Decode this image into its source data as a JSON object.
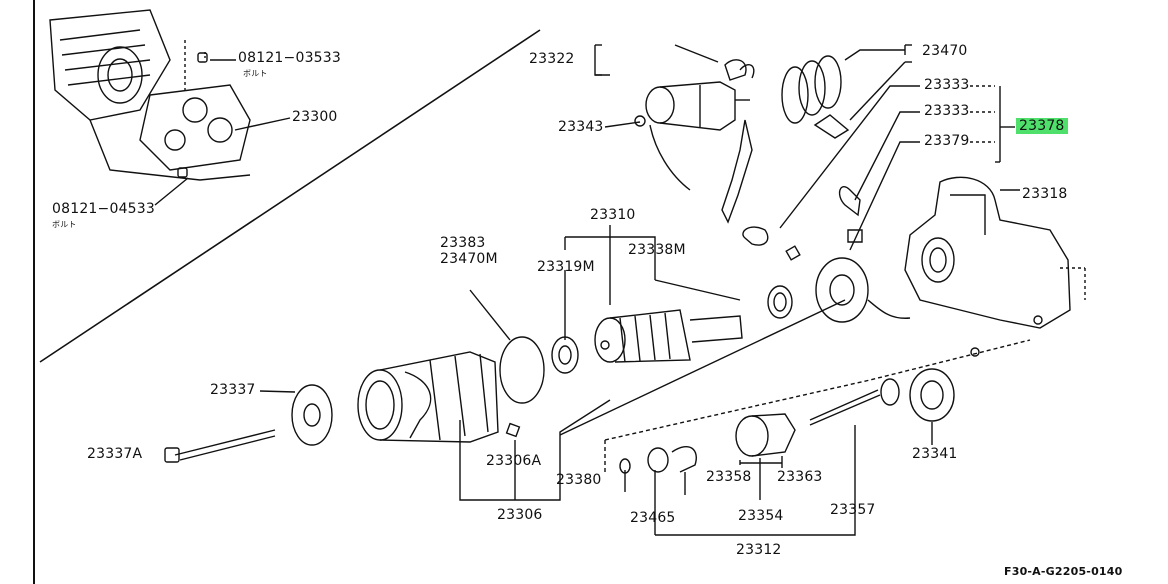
{
  "labels": {
    "p08121_03533": "08121−03533",
    "bolt_a": "ボルト",
    "p23300": "23300",
    "p08121_04533": "08121−04533",
    "bolt_b": "ボルト",
    "p23322": "23322",
    "p23343": "23343",
    "p23470": "23470",
    "p23333_a": "23333",
    "p23333_b": "23333",
    "p23378": "23378",
    "p23379": "23379",
    "p23318": "23318",
    "p23310": "23310",
    "p23383": "23383",
    "p23470M": "23470M",
    "p23319M": "23319M",
    "p23338M": "23338M",
    "p23337": "23337",
    "p23337A": "23337A",
    "p23306A": "23306A",
    "p23306": "23306",
    "p23380": "23380",
    "p23465": "23465",
    "p23358": "23358",
    "p23363": "23363",
    "p23354": "23354",
    "p23312": "23312",
    "p23357": "23357",
    "p23341": "23341"
  },
  "figure_code": "F30-A-G2205-0140",
  "colors": {
    "highlight": "#4ee06a",
    "ink": "#111111"
  }
}
